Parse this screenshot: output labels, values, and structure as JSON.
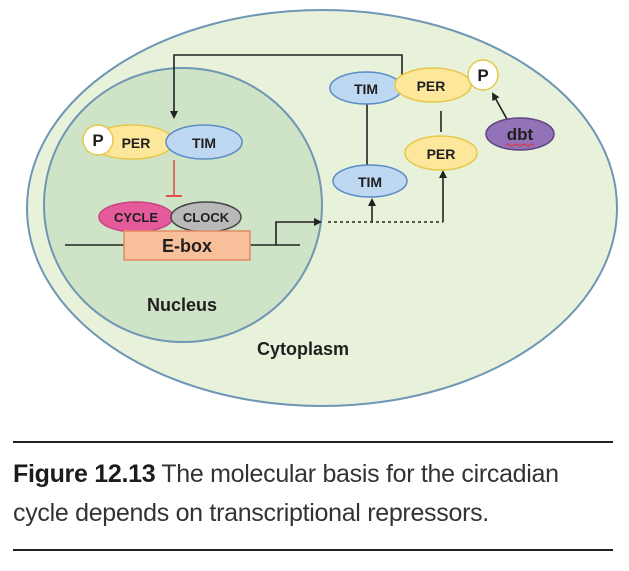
{
  "diagram": {
    "labels": {
      "cytoplasm": "Cytoplasm",
      "nucleus": "Nucleus",
      "ebox": "E-box",
      "cycle": "CYCLE",
      "clock": "CLOCK",
      "per_nuclear": "PER",
      "tim_nuclear": "TIM",
      "p_nuclear": "P",
      "tim_top": "TIM",
      "per_top": "PER",
      "p_top": "P",
      "per_mid": "PER",
      "tim_mid": "TIM",
      "dbt": "dbt"
    },
    "colors": {
      "cell_fill": "#e8f1d9",
      "cell_stroke": "#6f96b4",
      "nucleus_fill": "#cfe3c6",
      "nucleus_stroke": "#6f96b4",
      "per_fill": "#fde79a",
      "per_stroke": "#e6c84b",
      "tim_fill": "#bed8f2",
      "tim_stroke": "#5a8cc6",
      "p_fill": "#ffffff",
      "p_stroke": "#e6c84b",
      "cycle_fill": "#e55a9a",
      "clock_fill": "#b9b9b9",
      "ebox_fill": "#f7c09a",
      "ebox_stroke": "#e08a63",
      "dbt_fill": "#9372b8",
      "repress": "#e05050"
    }
  },
  "caption": {
    "label": "Figure 12.13",
    "text": "The molecular basis for the circadian cycle depends on transcriptional repressors."
  }
}
